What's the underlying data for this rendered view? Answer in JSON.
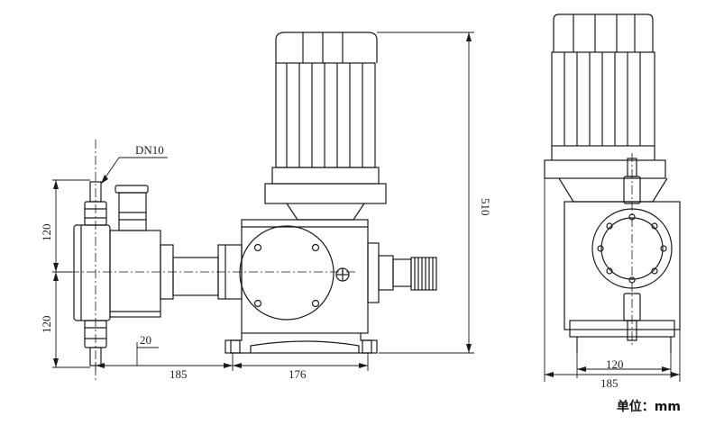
{
  "labels": {
    "dn": "DN10",
    "height_total": "510",
    "upper_120": "120",
    "lower_120": "120",
    "offset_20": "20",
    "width_185": "185",
    "width_176": "176",
    "side_120": "120",
    "side_185": "185",
    "unit": "单位：mm"
  },
  "colors": {
    "line": "#1a1a1a",
    "fill": "#ffffff",
    "shade": "#e8e8e8"
  }
}
